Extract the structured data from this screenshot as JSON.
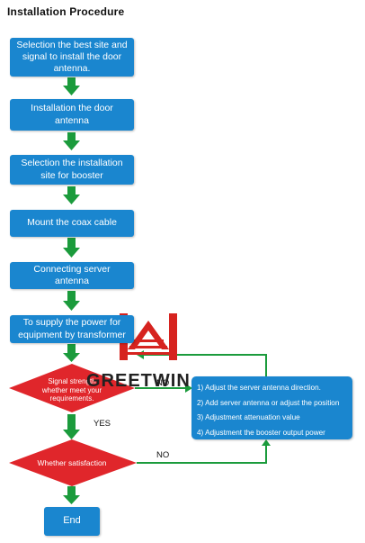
{
  "title": "Installation  Procedure",
  "steps": [
    "Selection the best site and signal to install the door antenna.",
    "Installation the door antenna",
    "Selection the installation site for booster",
    "Mount the coax cable",
    "Connecting server antenna",
    "To supply the power for equipment by transformer"
  ],
  "decision1": "Signal strength whether meet your requirements.",
  "decision2": "Whether satisfaction",
  "end": "End",
  "labels": {
    "no1": "NO",
    "no2": "NO",
    "yes": "YES"
  },
  "actions": [
    "1) Adjust the server antenna direction.",
    "2) Add server antenna or adjust the position",
    "3) Adjustment attenuation value",
    "4) Adjustment the booster output power"
  ],
  "logo": {
    "text": "GREETWIN"
  },
  "colors": {
    "box": "#1a86cf",
    "decision": "#e0262b",
    "arrow": "#1b9b3c",
    "connector": "#1b9b3c",
    "logo": "#d6231f"
  }
}
